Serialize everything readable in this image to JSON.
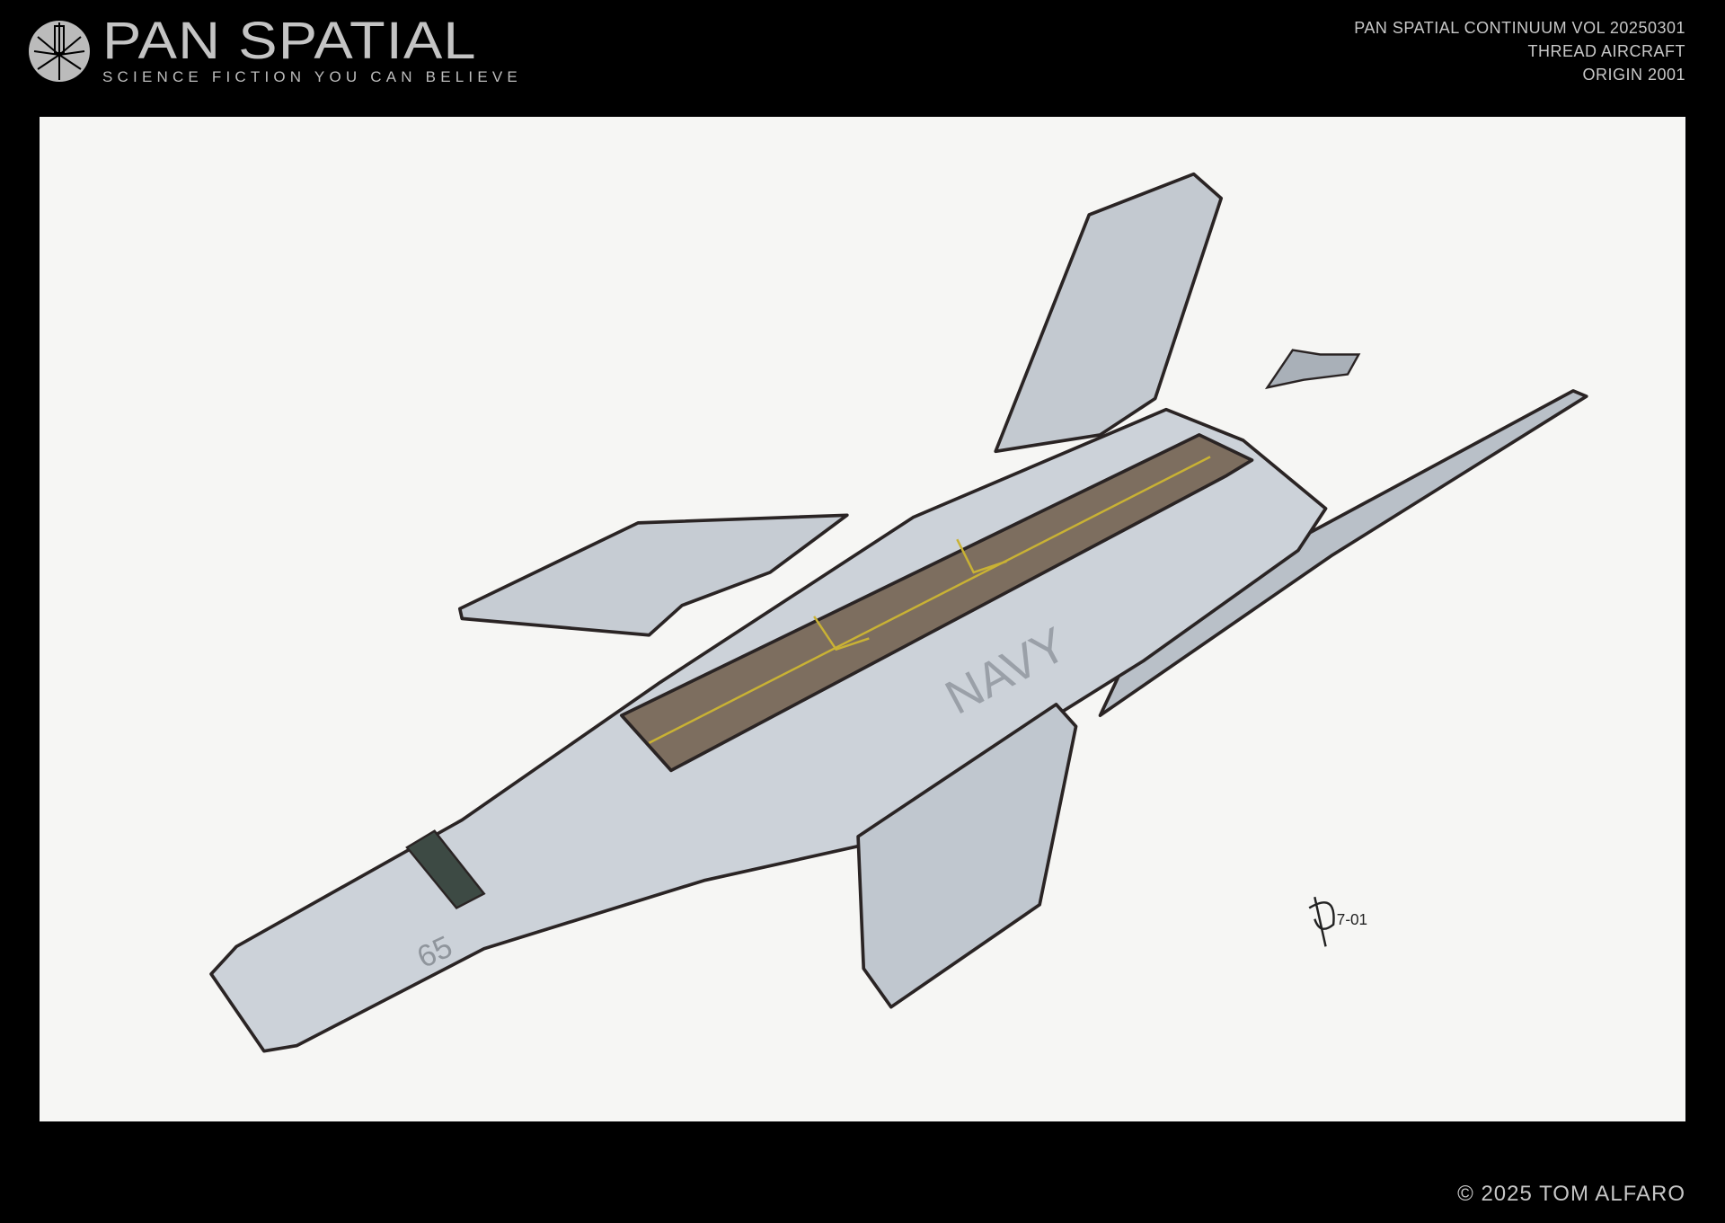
{
  "header": {
    "brand": "PAN SPATIAL",
    "tagline": "SCIENCE FICTION YOU CAN BELIEVE",
    "meta_lines": [
      "PAN SPATIAL CONTINUUM VOL 20250301",
      "THREAD AIRCRAFT",
      "ORIGIN 2001"
    ]
  },
  "artwork": {
    "fuselage_marking": "NAVY",
    "tail_number": "65",
    "signature_date": "7-01",
    "colors": {
      "paper": "#f6f6f4",
      "hull": "#c9cfd6",
      "deck": "#7d6e5f",
      "deck_lines": "#c9b234",
      "outline": "#2a2424"
    }
  },
  "footer": {
    "copyright": "© 2025  TOM ALFARO"
  }
}
